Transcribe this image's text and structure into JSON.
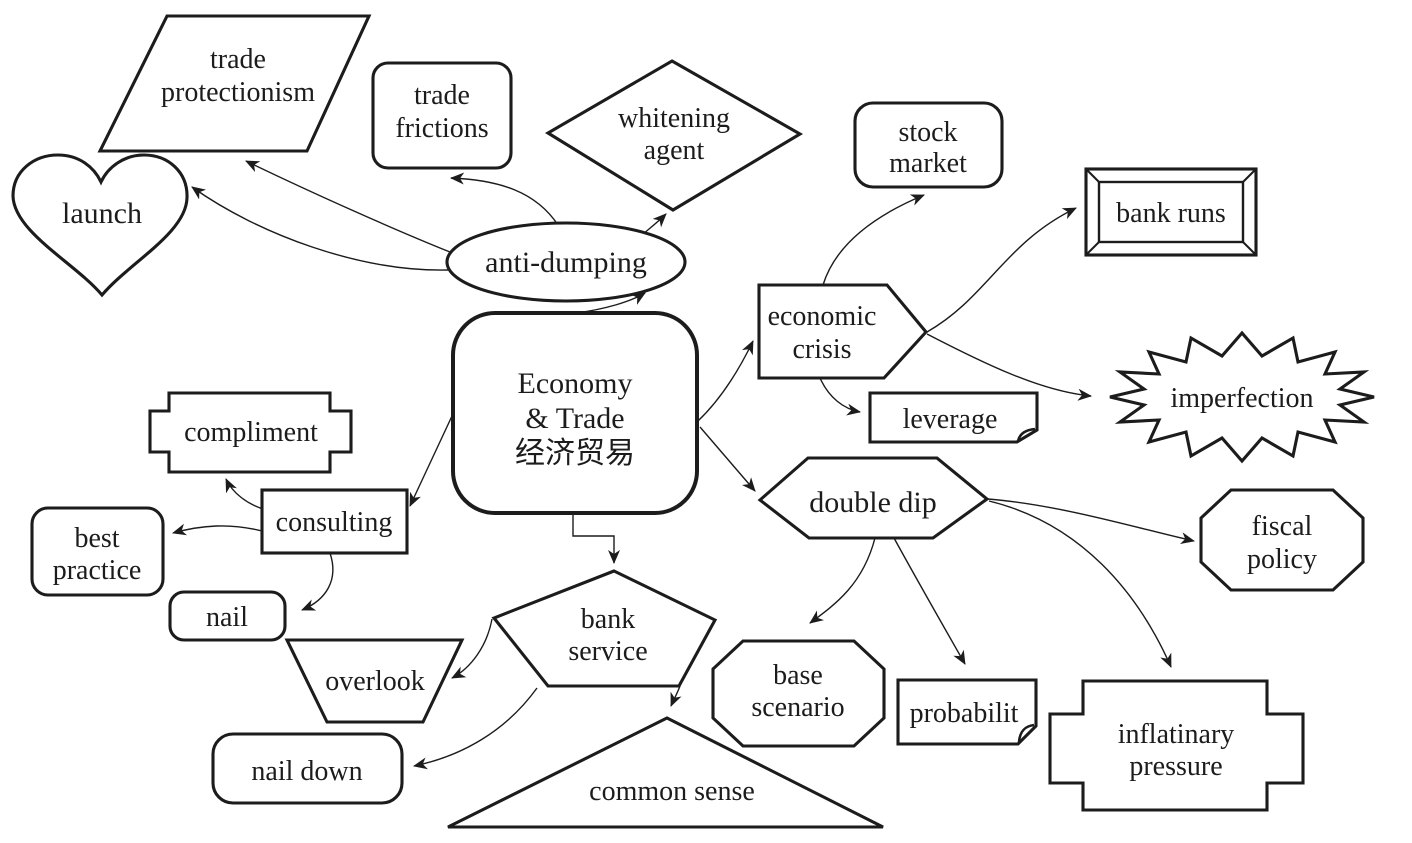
{
  "colors": {
    "background": "#ffffff",
    "line": "#1c1c1c",
    "text": "#1c1c1c"
  },
  "diagram": {
    "title": "Economy & Trade vocabulary mind map",
    "center": {
      "shape": "rounded-rectangle",
      "lines": [
        "Economy",
        "& Trade",
        "经济贸易"
      ]
    },
    "nodes": {
      "trade_protectionism": {
        "shape": "parallelogram",
        "lines": [
          "trade",
          "protectionism"
        ]
      },
      "trade_frictions": {
        "shape": "rounded-rectangle",
        "lines": [
          "trade",
          "frictions"
        ]
      },
      "whitening_agent": {
        "shape": "diamond",
        "lines": [
          "whitening",
          "agent"
        ]
      },
      "launch": {
        "shape": "heart",
        "lines": [
          "launch"
        ]
      },
      "anti_dumping": {
        "shape": "ellipse",
        "lines": [
          "anti-dumping"
        ]
      },
      "stock_market": {
        "shape": "rounded-rectangle",
        "lines": [
          "stock",
          "market"
        ]
      },
      "bank_runs": {
        "shape": "beveled-frame",
        "lines": [
          "bank runs"
        ]
      },
      "economic_crisis": {
        "shape": "right-pointing-pentagon",
        "lines": [
          "economic",
          "crisis"
        ]
      },
      "leverage": {
        "shape": "folded-corner-note",
        "lines": [
          "leverage"
        ]
      },
      "imperfection": {
        "shape": "starburst",
        "lines": [
          "imperfection"
        ]
      },
      "double_dip": {
        "shape": "hexagon",
        "lines": [
          "double dip"
        ]
      },
      "fiscal_policy": {
        "shape": "octagon",
        "lines": [
          "fiscal",
          "policy"
        ]
      },
      "compliment": {
        "shape": "cross",
        "lines": [
          "compliment"
        ]
      },
      "consulting": {
        "shape": "rectangle",
        "lines": [
          "consulting"
        ]
      },
      "best_practice": {
        "shape": "rounded-rectangle",
        "lines": [
          "best",
          "practice"
        ]
      },
      "nail": {
        "shape": "rounded-rectangle",
        "lines": [
          "nail"
        ]
      },
      "overlook": {
        "shape": "inverted-trapezoid",
        "lines": [
          "overlook"
        ]
      },
      "bank_service": {
        "shape": "pentagon",
        "lines": [
          "bank",
          "service"
        ]
      },
      "nail_down": {
        "shape": "rounded-rectangle",
        "lines": [
          "nail down"
        ]
      },
      "common_sense": {
        "shape": "triangle",
        "lines": [
          "common sense"
        ]
      },
      "base_scenario": {
        "shape": "octagon",
        "lines": [
          "base",
          "scenario"
        ]
      },
      "probability": {
        "shape": "folded-corner-note",
        "lines": [
          "probabilit"
        ]
      },
      "inflationary_pressure": {
        "shape": "cross",
        "lines": [
          "inflatinary",
          "pressure"
        ]
      }
    },
    "edges": [
      {
        "from": "economy_trade",
        "to": "anti_dumping"
      },
      {
        "from": "anti_dumping",
        "to": "trade_protectionism"
      },
      {
        "from": "anti_dumping",
        "to": "launch"
      },
      {
        "from": "anti_dumping",
        "to": "trade_frictions"
      },
      {
        "from": "anti_dumping",
        "to": "whitening_agent"
      },
      {
        "from": "economy_trade",
        "to": "economic_crisis"
      },
      {
        "from": "economy_trade",
        "to": "double_dip"
      },
      {
        "from": "economy_trade",
        "to": "consulting"
      },
      {
        "from": "economy_trade",
        "to": "bank_service"
      },
      {
        "from": "economic_crisis",
        "to": "stock_market"
      },
      {
        "from": "economic_crisis",
        "to": "bank_runs"
      },
      {
        "from": "economic_crisis",
        "to": "imperfection"
      },
      {
        "from": "economic_crisis",
        "to": "leverage"
      },
      {
        "from": "double_dip",
        "to": "fiscal_policy"
      },
      {
        "from": "double_dip",
        "to": "inflationary_pressure"
      },
      {
        "from": "double_dip",
        "to": "base_scenario"
      },
      {
        "from": "double_dip",
        "to": "probability"
      },
      {
        "from": "consulting",
        "to": "compliment"
      },
      {
        "from": "consulting",
        "to": "best_practice"
      },
      {
        "from": "consulting",
        "to": "nail"
      },
      {
        "from": "bank_service",
        "to": "overlook"
      },
      {
        "from": "bank_service",
        "to": "nail_down"
      },
      {
        "from": "bank_service",
        "to": "common_sense"
      }
    ]
  }
}
